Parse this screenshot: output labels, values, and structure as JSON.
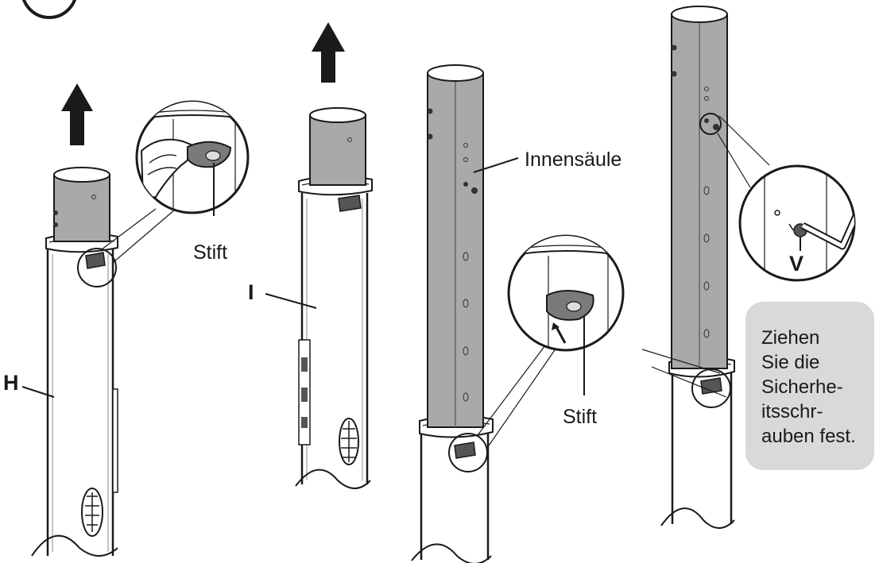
{
  "labels": {
    "stift_top": "Stift",
    "stift_bottom": "Stift",
    "inner_column": "Innensäule",
    "part_h": "H",
    "part_i": "I",
    "part_v": "V"
  },
  "note": {
    "lines": [
      "Ziehen",
      "Sie die",
      "Sicherhe-",
      "itsschr-",
      "auben fest."
    ]
  },
  "colors": {
    "inner_column_fill": "#a9a9a9",
    "outer_tube_fill": "#ffffff",
    "note_background": "#d9d9d9",
    "line": "#1a1a1a"
  }
}
